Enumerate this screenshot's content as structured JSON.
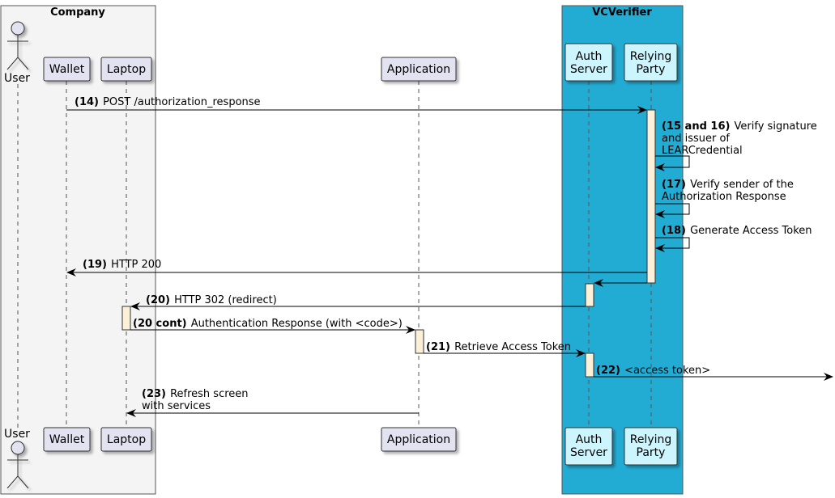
{
  "boxes": {
    "company": "Company",
    "vcverifier": "VCVerifier"
  },
  "participants": {
    "user": "User",
    "wallet": "Wallet",
    "laptop": "Laptop",
    "application": "Application",
    "auth_server": [
      "Auth",
      "Server"
    ],
    "relying_party": [
      "Relying",
      "Party"
    ]
  },
  "messages": [
    {
      "id": "m14",
      "num": "(14)",
      "lines": [
        "POST /authorization_response"
      ]
    },
    {
      "id": "m15",
      "num": "(15 and 16)",
      "lines": [
        "Verify signature",
        "and issuer of",
        "LEARCredential"
      ]
    },
    {
      "id": "m17",
      "num": "(17)",
      "lines": [
        "Verify sender of the",
        "Authorization Response"
      ]
    },
    {
      "id": "m18",
      "num": "(18)",
      "lines": [
        "Generate Access Token"
      ]
    },
    {
      "id": "m19",
      "num": "(19)",
      "lines": [
        "HTTP 200"
      ]
    },
    {
      "id": "m20",
      "num": "(20)",
      "lines": [
        "HTTP 302 (redirect)"
      ]
    },
    {
      "id": "m20c",
      "num": "(20 cont)",
      "lines": [
        "Authentication Response (with <code>)"
      ]
    },
    {
      "id": "m21",
      "num": "(21)",
      "lines": [
        "Retrieve Access Token"
      ]
    },
    {
      "id": "m22",
      "num": "(22)",
      "lines": [
        "<access token>"
      ]
    },
    {
      "id": "m23",
      "num": "(23)",
      "lines": [
        "Refresh screen",
        "with services"
      ]
    }
  ],
  "colors": {
    "company_box": "#f4f4f4",
    "vcverifier_box": "#22acd4",
    "participant_default": "#e2e2f0",
    "participant_vc": "#ccf5fd",
    "activation": "#fdf0d8"
  }
}
